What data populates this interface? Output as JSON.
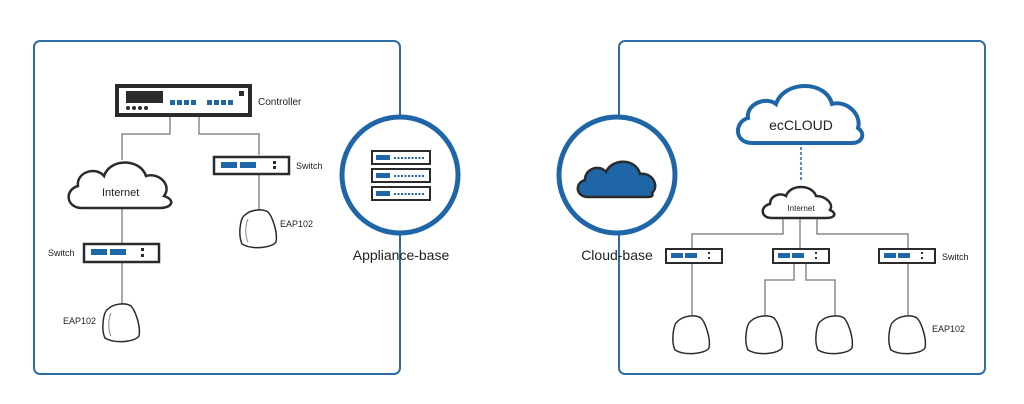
{
  "colors": {
    "brand_blue": "#1f66a8",
    "panel_border": "#2e6da4",
    "device_dark": "#2b2b2b",
    "wire": "#8a8a8a"
  },
  "left_panel": {
    "controller_label": "Controller",
    "internet_label": "Internet",
    "switch_right_label": "Switch",
    "switch_left_label": "Switch",
    "ap_right_label": "EAP102",
    "ap_left_label": "EAP102"
  },
  "center": {
    "appliance_label": "Appliance-base",
    "cloud_label": "Cloud-base"
  },
  "right_panel": {
    "eccloud_label": "ecCLOUD",
    "internet_label": "Internet",
    "switch_label": "Switch",
    "ap_label": "EAP102"
  }
}
